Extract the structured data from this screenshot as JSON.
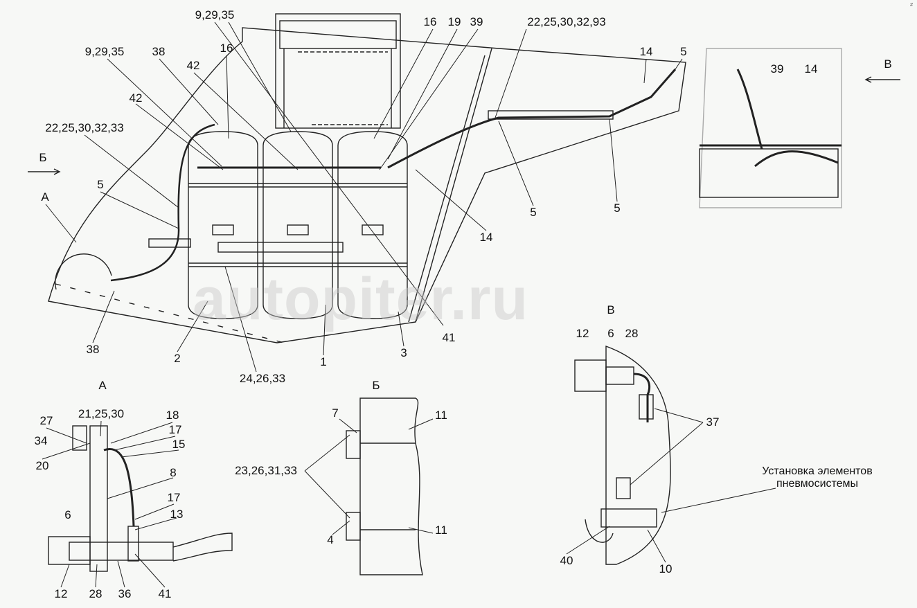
{
  "watermark": "autopiter.ru",
  "corner_mark": "#",
  "main_view": {
    "labels": [
      "9,29,35",
      "16",
      "19",
      "39",
      "22,25,30,32,93",
      "14",
      "5",
      "9,29,35",
      "38",
      "42",
      "16",
      "42",
      "22,25,30,32,33",
      "Б",
      "5",
      "А",
      "38",
      "2",
      "1",
      "3",
      "41",
      "24,26,33",
      "5",
      "5",
      "14"
    ]
  },
  "view_v_inset": {
    "labels": [
      "39",
      "14",
      "В"
    ]
  },
  "view_v_detail": {
    "title": "В",
    "labels": [
      "12",
      "6",
      "28",
      "37",
      "40",
      "10"
    ],
    "note_line1": "Установка элементов",
    "note_line2": "пневмосистемы"
  },
  "view_a": {
    "title": "А",
    "labels": [
      "27",
      "21,25,30",
      "18",
      "17",
      "34",
      "15",
      "20",
      "8",
      "17",
      "13",
      "6",
      "12",
      "28",
      "36",
      "41"
    ]
  },
  "view_b": {
    "title": "Б",
    "labels": [
      "7",
      "11",
      "23,26,31,33",
      "4",
      "11"
    ]
  }
}
